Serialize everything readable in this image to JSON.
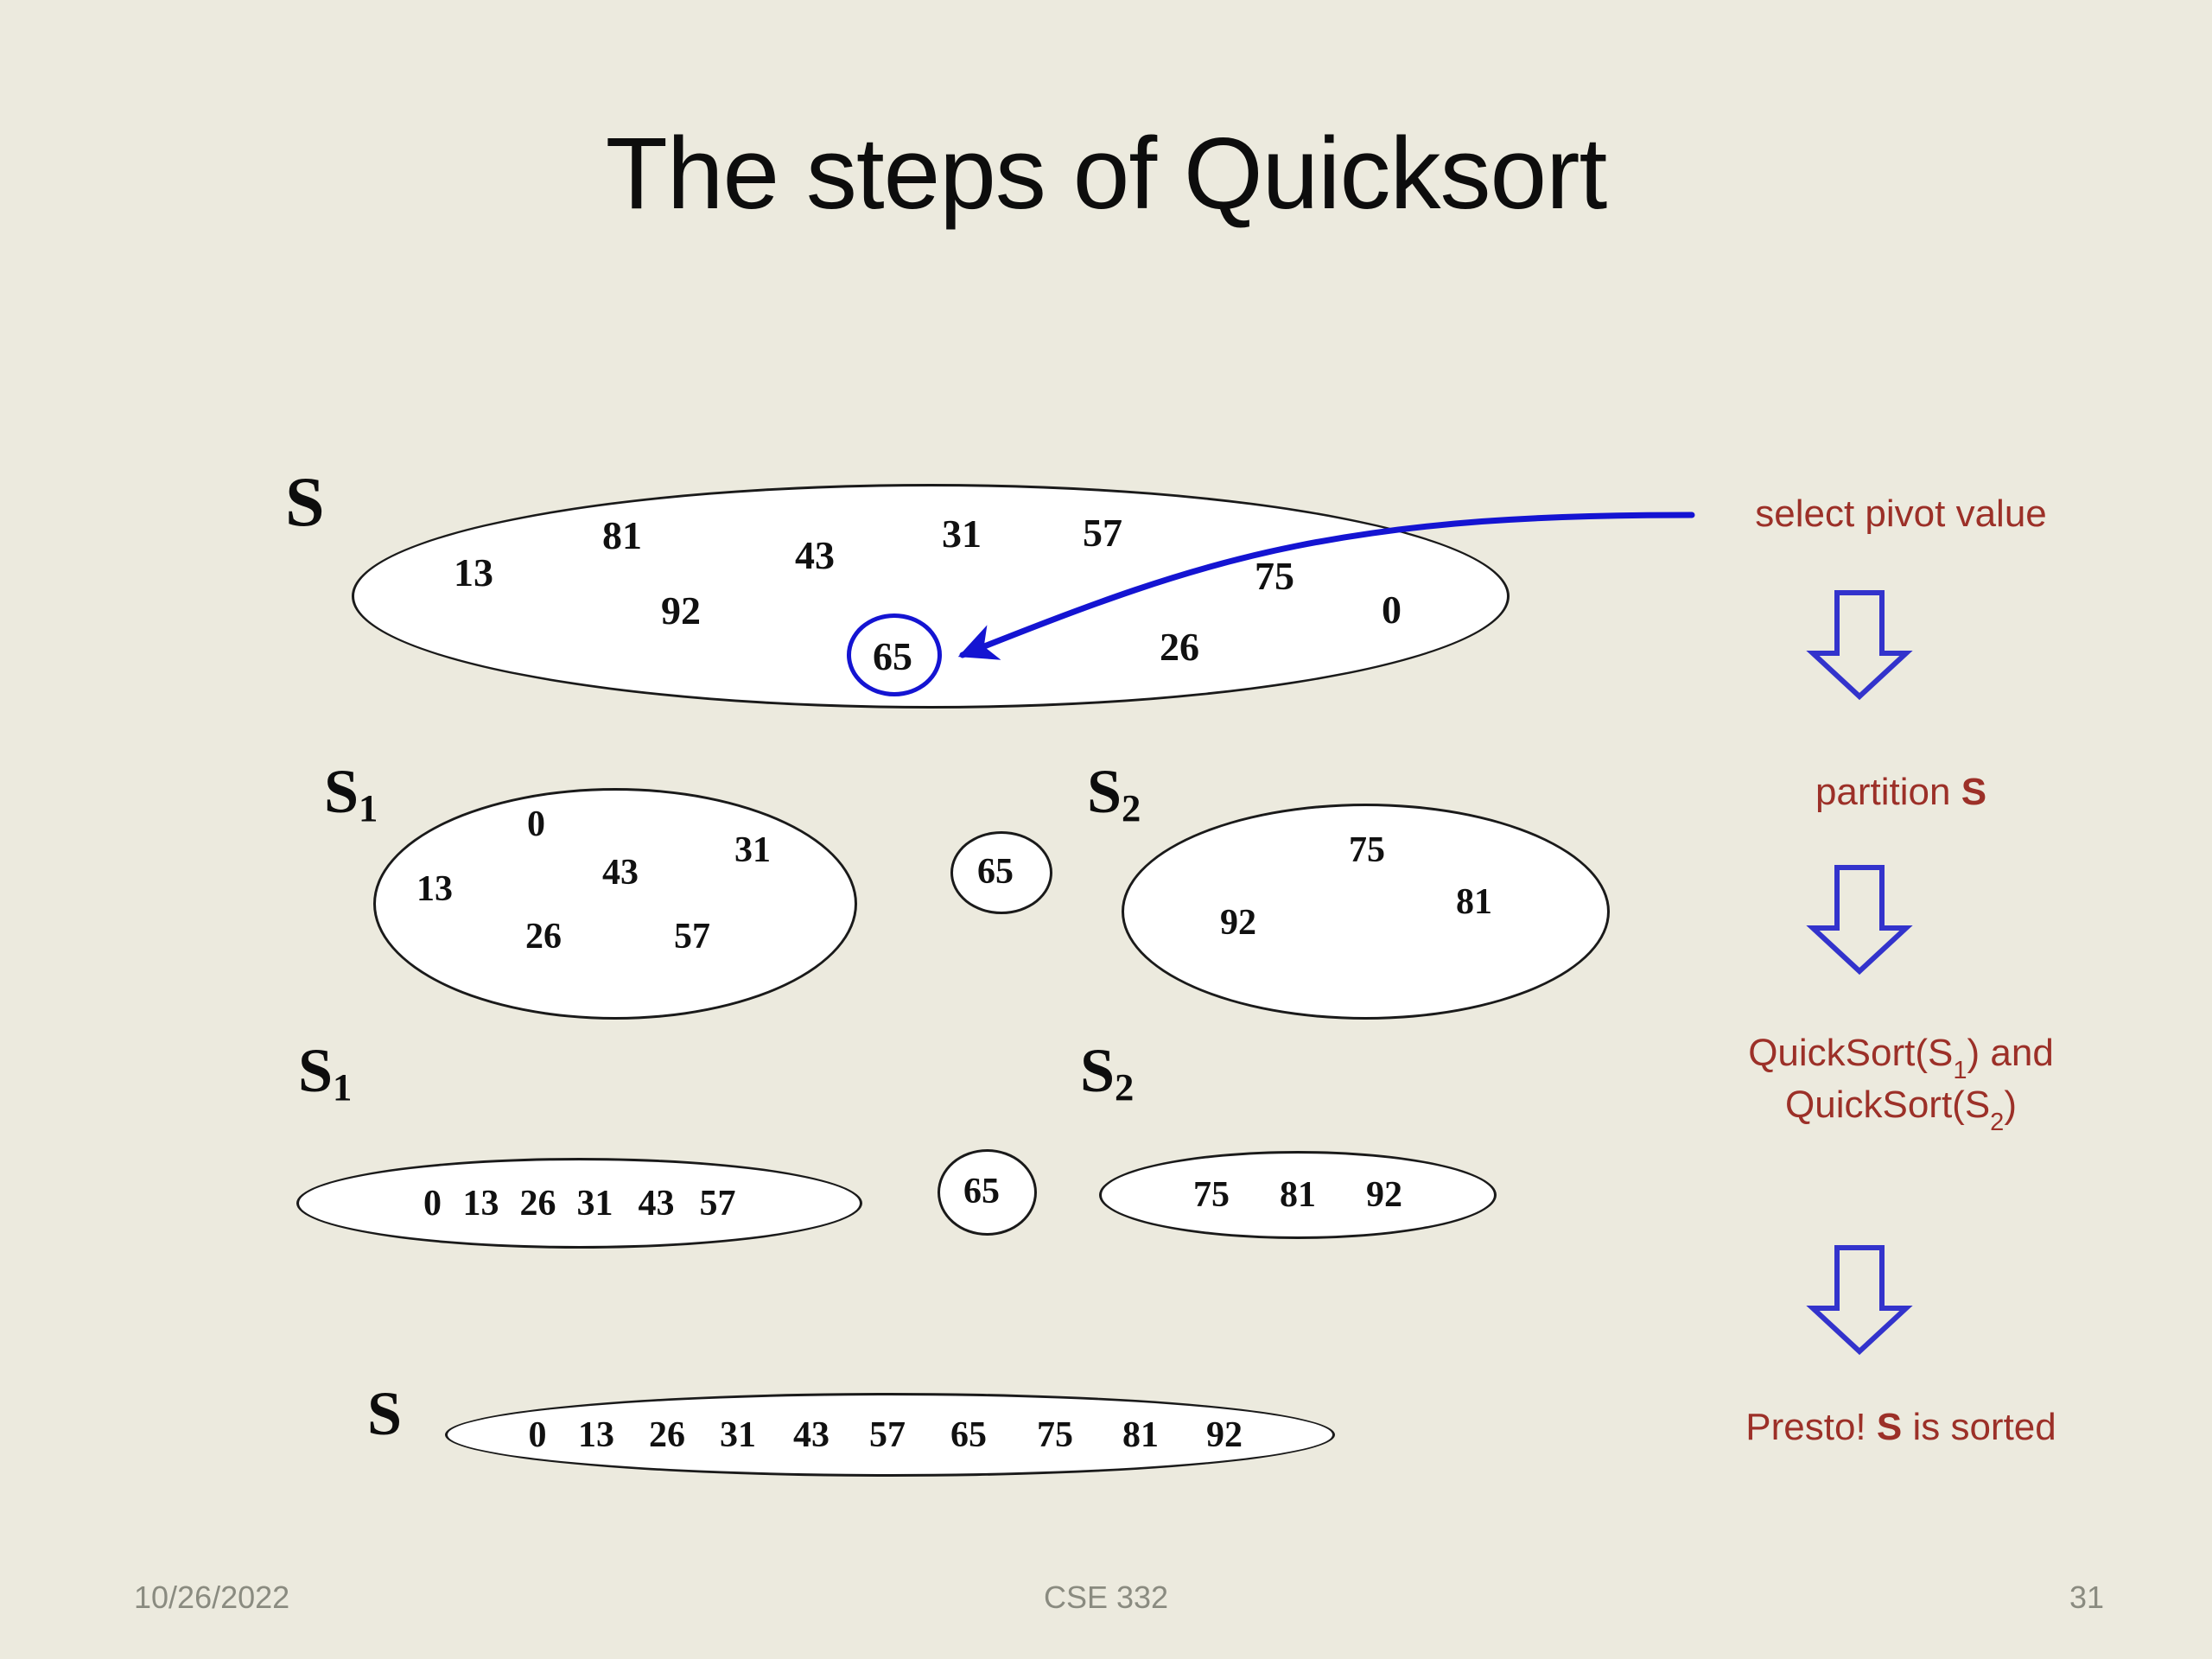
{
  "slide": {
    "title": "The steps of Quicksort",
    "background_color": "#eceade",
    "bubble_fill": "#ffffff",
    "bubble_stroke": "#1a1a1a",
    "accent_red": "#9c3028",
    "accent_blue": "#1414d2",
    "footer_color": "#8a8b80"
  },
  "stage1": {
    "label": "S",
    "values": [
      "13",
      "81",
      "43",
      "31",
      "57",
      "92",
      "75",
      "26",
      "0"
    ],
    "pivot": "65"
  },
  "stage2": {
    "left_label": "S",
    "left_sub": "1",
    "left_values": [
      "0",
      "31",
      "43",
      "13",
      "26",
      "57"
    ],
    "pivot": "65",
    "right_label": "S",
    "right_sub": "2",
    "right_values": [
      "75",
      "81",
      "92"
    ]
  },
  "stage3": {
    "left_label": "S",
    "left_sub": "1",
    "left_values": [
      "0",
      "13",
      "26",
      "31",
      "43",
      "57"
    ],
    "pivot": "65",
    "right_label": "S",
    "right_sub": "2",
    "right_values": [
      "75",
      "81",
      "92"
    ]
  },
  "stage4": {
    "label": "S",
    "values": [
      "0",
      "13",
      "26",
      "31",
      "43",
      "57",
      "65",
      "75",
      "81",
      "92"
    ]
  },
  "annotations": {
    "step1": "select pivot value",
    "step2_prefix": "partition ",
    "step2_bold": "S",
    "step3_line1_a": "QuickSort(S",
    "step3_line1_sub": "1",
    "step3_line1_b": ") and",
    "step3_line2_a": "QuickSort(S",
    "step3_line2_sub": "2",
    "step3_line2_b": ")",
    "step4_prefix": "Presto!  ",
    "step4_bold": "S",
    "step4_suffix": " is sorted"
  },
  "footer": {
    "date": "10/26/2022",
    "course": "CSE 332",
    "page": "31"
  }
}
